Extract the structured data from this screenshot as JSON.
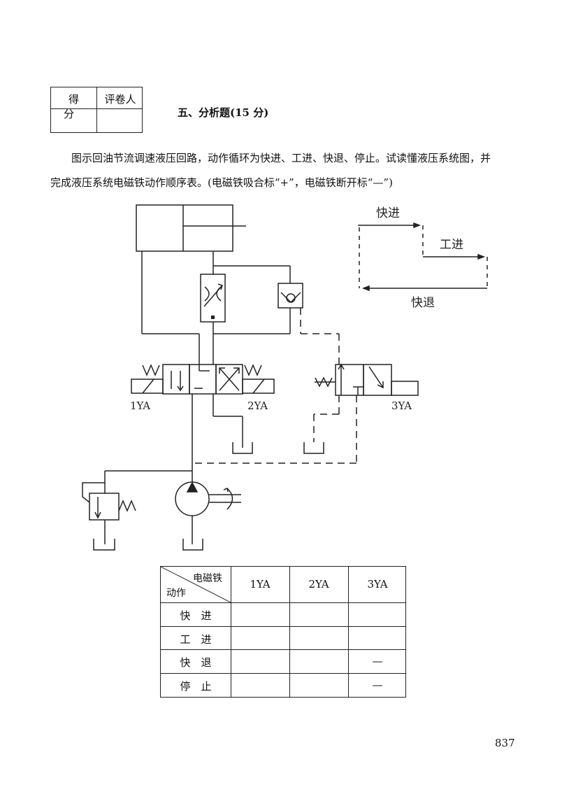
{
  "score_box": {
    "col1": "得 分",
    "col2": "评卷人"
  },
  "section_title": "五、分析题(15 分)",
  "paragraph_line1": "图示回油节流调速液压回路，动作循环为快进、工进、快退、停止。试读懂液压系统图，并",
  "paragraph_line2": "完成液压系统电磁铁动作顺序表。(电磁铁吸合标“+”，电磁铁断开标“—”)",
  "diagram": {
    "label_1ya": "1YA",
    "label_2ya": "2YA",
    "label_3ya": "3YA",
    "cycle_fast_forward": "快进",
    "cycle_work_feed": "工进",
    "cycle_fast_return": "快退"
  },
  "table": {
    "corner_top": "电磁铁",
    "corner_bottom": "动作",
    "columns": [
      "1YA",
      "2YA",
      "3YA"
    ],
    "rows": [
      {
        "action": "快　进",
        "cells": [
          "",
          "",
          ""
        ]
      },
      {
        "action": "工　进",
        "cells": [
          "",
          "",
          ""
        ]
      },
      {
        "action": "快　退",
        "cells": [
          "",
          "",
          "—"
        ]
      },
      {
        "action": "停　止",
        "cells": [
          "",
          "",
          "—"
        ]
      }
    ]
  },
  "page_number": "837"
}
